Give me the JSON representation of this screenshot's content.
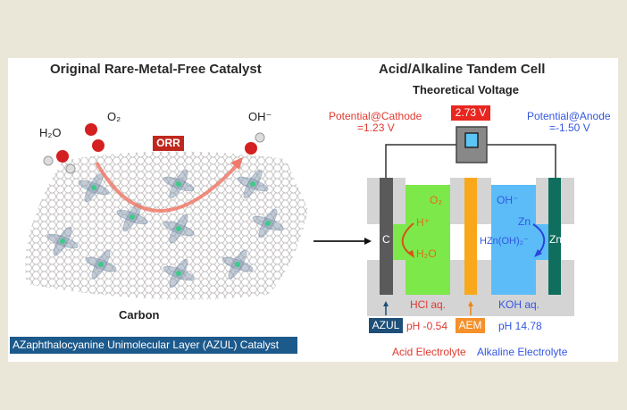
{
  "left": {
    "title": "Original Rare-Metal-Free Catalyst",
    "labels": {
      "h2o": "H₂O",
      "o2": "O₂",
      "ohm": "OH⁻",
      "orr": "ORR",
      "carbon": "Carbon"
    },
    "banner": "AZaphthalocyanine Unimolecular Layer (AZUL) Catalyst"
  },
  "right": {
    "title": "Acid/Alkaline Tandem Cell",
    "subtitle": "Theoretical Voltage",
    "voltage": "2.73 V",
    "cathode": {
      "line1": "Potential@Cathode",
      "line2": "=1.23 V"
    },
    "anode": {
      "line1": "Potential@Anode",
      "line2": "=-1.50 V"
    },
    "cell": {
      "o2": "O₂",
      "ohm": "OH⁻",
      "hplus": "H⁺",
      "h2o": "H₂O",
      "zn": "Zn",
      "hzn": "HZn(OH)₂⁻",
      "c_electrode": "C",
      "zn_electrode": "Zn",
      "hcl": "HCl aq.",
      "koh": "KOH aq."
    },
    "azul": "AZUL",
    "ph_acid": "pH -0.54",
    "aem": "AEM",
    "ph_alk": "pH 14.78",
    "acid_electrolyte": "Acid Electrolyte",
    "alkaline_electrolyte": "Alkaline Electrolyte"
  },
  "colors": {
    "acid_green": "#7de84a",
    "alkaline_blue": "#5bbcf8",
    "membrane_orange": "#f8a81a",
    "carbon_electrode": "#5a5a5a",
    "zn_electrode": "#0f6e5e",
    "azul_box": "#1d4f78",
    "orr_box": "#c0281f",
    "voltage_box": "#e8261f",
    "banner": "#1d5a8c"
  }
}
